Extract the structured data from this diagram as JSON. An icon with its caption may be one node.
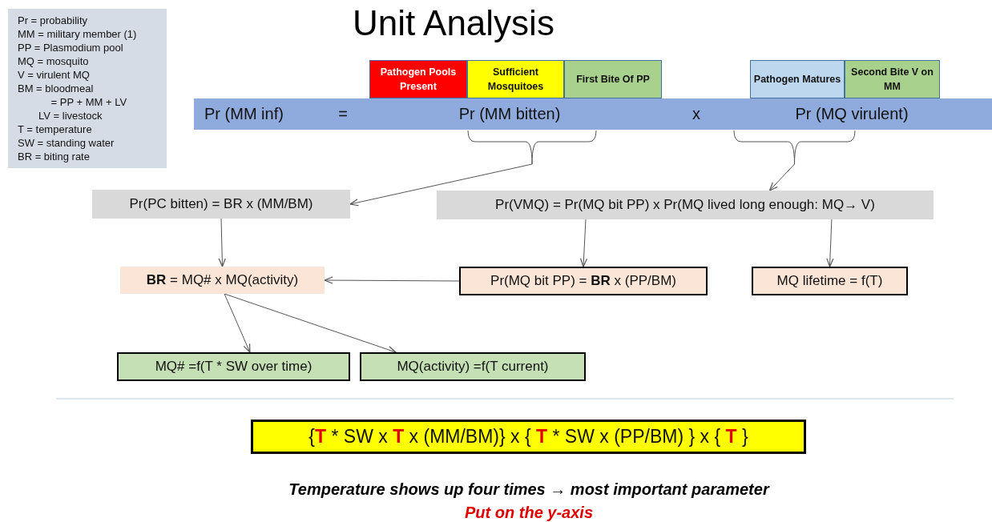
{
  "diagram": {
    "title": "Unit Analysis",
    "nodes": [
      {
        "text": [
          "Pr = probability",
          "MM = military member (1)",
          "PP = Plasmodium pool",
          "MQ = mosquito",
          "V = virulent MQ",
          "BM = bloodmeal",
          "= PP + MM + LV",
          "LV = livestock",
          "T = temperature",
          "SW = standing water",
          "BR = biting rate"
        ]
      },
      {
        "text": [
          "Pathogen Pools Present"
        ]
      },
      {
        "text": [
          "Sufficient Mosquitoes"
        ]
      },
      {
        "text": [
          "First Bite Of PP"
        ]
      },
      {
        "text": [
          "Pathogen Matures"
        ]
      },
      {
        "text": [
          "Second Bite V on MM"
        ]
      },
      {
        "text": [
          "Pr (MM inf)",
          "=",
          "Pr (MM bitten)",
          "x",
          "Pr (MQ virulent)"
        ]
      },
      {
        "text": [],
        "shape": "brace"
      },
      {
        "text": [],
        "shape": "brace"
      },
      {
        "text": [
          "Pr(PC bitten) = BR x (MM/BM)"
        ]
      },
      {
        "text": [
          "Pr(VMQ) =  Pr(MQ bit PP) x Pr(MQ lived long enough: MQ→ V)"
        ]
      },
      {
        "text": [
          "**BR** = MQ# x MQ(activity)"
        ]
      },
      {
        "text": [
          "Pr(MQ bit PP) = **BR** x (PP/BM)"
        ]
      },
      {
        "text": [
          "MQ lifetime = f(T)"
        ]
      },
      {
        "text": [
          "MQ# =f(T * SW over time)"
        ]
      },
      {
        "text": [
          "MQ(activity) =f(T current)"
        ]
      },
      {
        "text": [
          "{**T** * SW x  **T** x (MM/BM)}  x  { **T** * SW  x (PP/BM) }   x   { **T** }"
        ]
      }
    ],
    "edges": [
      {
        "from": 7,
        "to": 9,
        "arrow": "to"
      },
      {
        "from": 8,
        "to": 10,
        "arrow": "to"
      },
      {
        "from": 9,
        "to": 11,
        "arrow": "to"
      },
      {
        "from": 10,
        "to": 12,
        "arrow": "to"
      },
      {
        "from": 10,
        "to": 13,
        "arrow": "to"
      },
      {
        "from": 12,
        "to": 11,
        "arrow": "to"
      },
      {
        "from": 11,
        "to": 14,
        "arrow": "to"
      },
      {
        "from": 11,
        "to": 15,
        "arrow": "to"
      }
    ],
    "labels": [
      "Temperature shows up four times → most important parameter",
      "Put on the y-axis"
    ]
  }
}
